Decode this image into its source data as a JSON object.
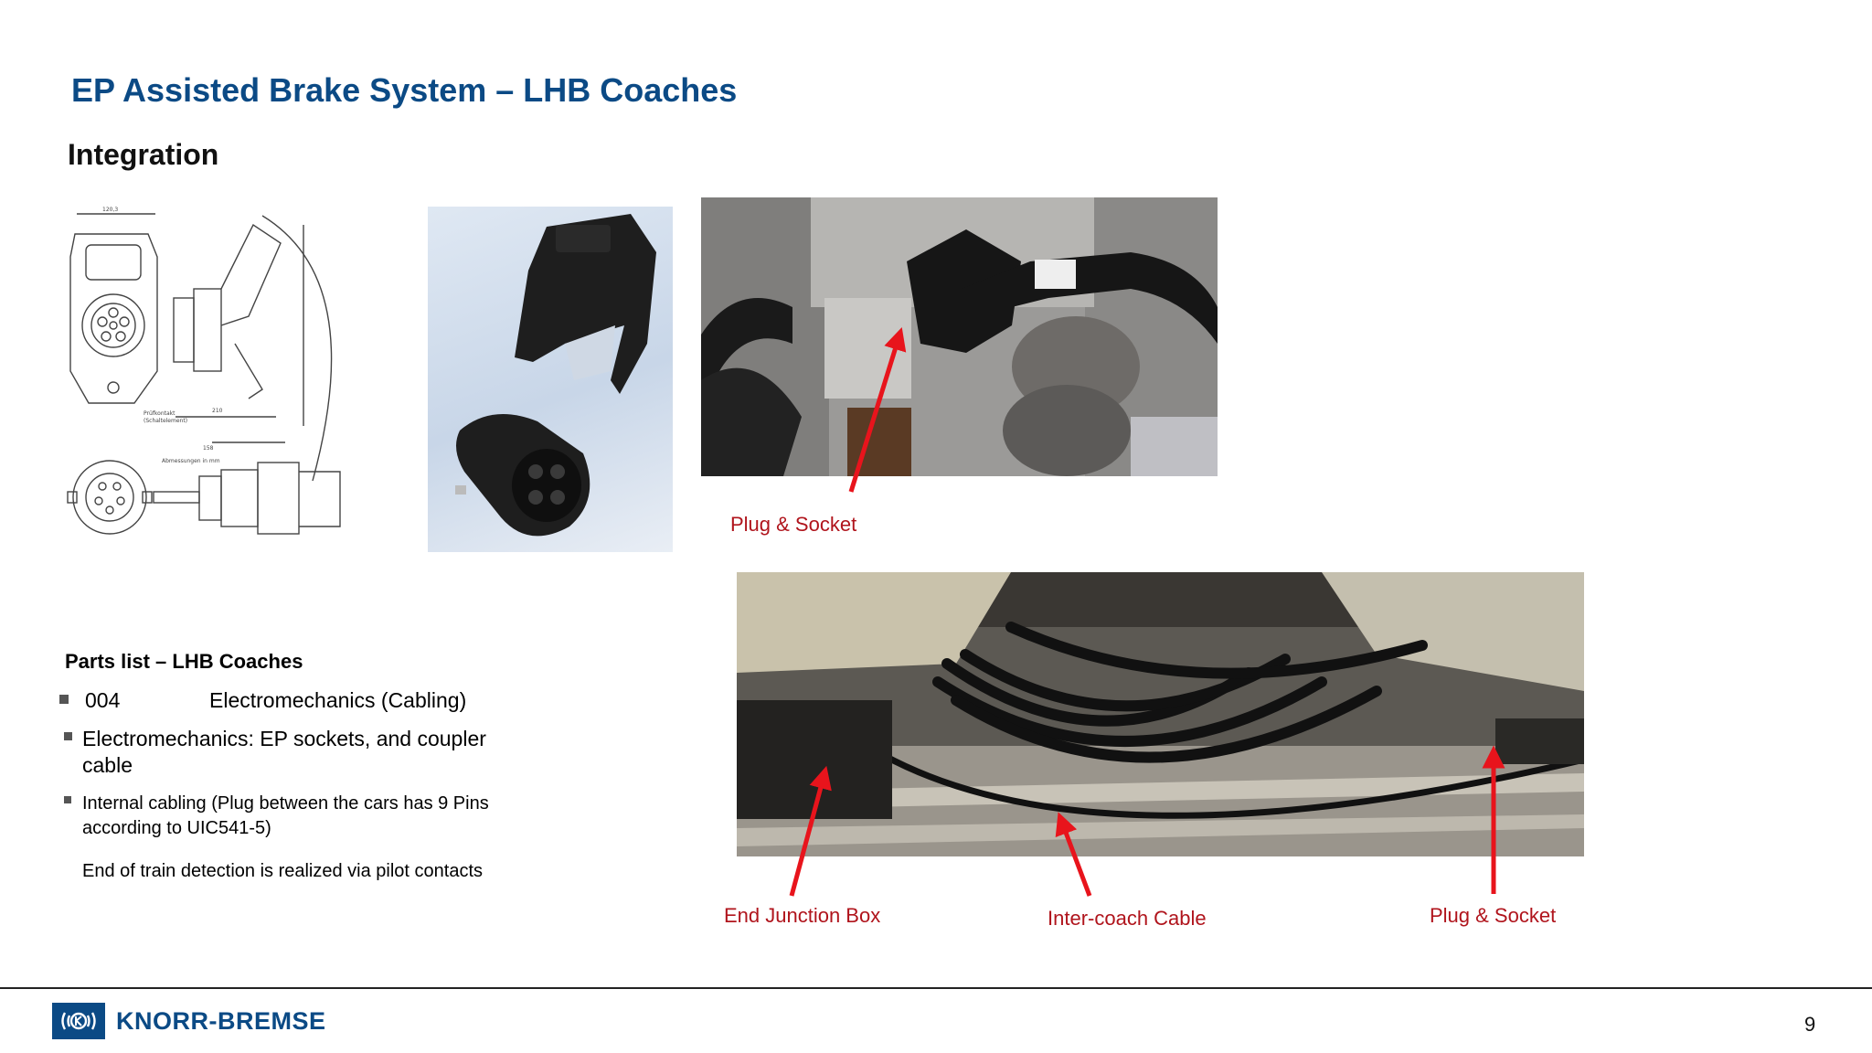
{
  "slide": {
    "title": "EP Assisted Brake System – LHB Coaches",
    "subtitle": "Integration",
    "page_number": "9"
  },
  "images": {
    "technical_drawing": "technical drawing of UIC socket",
    "socket_render": "rendering of socket and plug",
    "photo_plug_socket": "photo of plug and socket on coach",
    "photo_undercarriage": "photo of inter-coach cabling"
  },
  "annotations": {
    "photo1_label": "Plug & Socket",
    "end_junction_box": "End Junction Box",
    "inter_coach_cable": "Inter-coach Cable",
    "photo2_plug_socket": "Plug & Socket"
  },
  "parts_list": {
    "heading": "Parts list – LHB Coaches",
    "row1_code": "004",
    "row1_desc": "Electromechanics (Cabling)",
    "row2": "Electromechanics: EP sockets, and coupler cable",
    "row3": "Internal cabling (Plug between the cars has 9 Pins according to UIC541-5)",
    "row4": "End of train detection is realized via pilot contacts"
  },
  "footer": {
    "brand": "KNORR-BREMSE"
  },
  "colors": {
    "title": "#0b4a85",
    "annotation": "#b0141c",
    "arrow": "#e8141c"
  }
}
